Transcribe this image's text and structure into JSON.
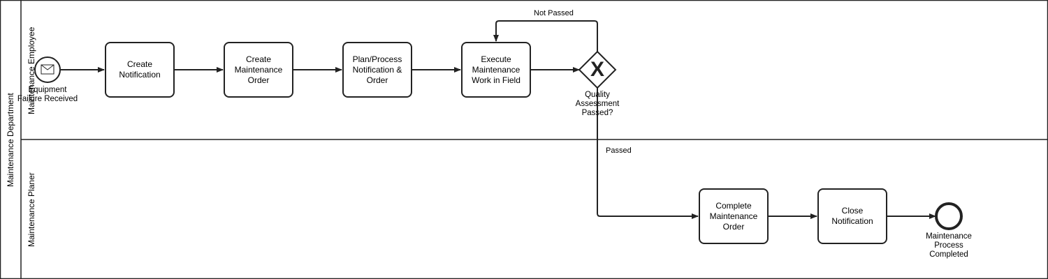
{
  "pool": {
    "label": "Maintenance Department"
  },
  "lanes": [
    {
      "id": "employee",
      "label": "Maintenance Employee"
    },
    {
      "id": "planer",
      "label": "Maintenance Planer"
    }
  ],
  "start_event": {
    "label": "Equipment\nFailure Received",
    "icon": "envelope-icon"
  },
  "tasks": [
    {
      "id": "create-notification",
      "label": "Create\nNotification"
    },
    {
      "id": "create-maintenance-order",
      "label": "Create\nMaintenance\nOrder"
    },
    {
      "id": "plan-process",
      "label": "Plan/Process\nNotification &\nOrder"
    },
    {
      "id": "execute-maintenance",
      "label": "Execute\nMaintenance\nWork in Field"
    },
    {
      "id": "complete-maintenance-order",
      "label": "Complete\nMaintenance\nOrder"
    },
    {
      "id": "close-notification",
      "label": "Close\nNotification"
    }
  ],
  "gateway": {
    "label": "Quality\nAssessment\nPassed?",
    "type": "exclusive",
    "symbol": "X"
  },
  "flow_labels": {
    "not_passed": "Not Passed",
    "passed": "Passed"
  },
  "end_event": {
    "label": "Maintenance\nProcess\nCompleted"
  }
}
